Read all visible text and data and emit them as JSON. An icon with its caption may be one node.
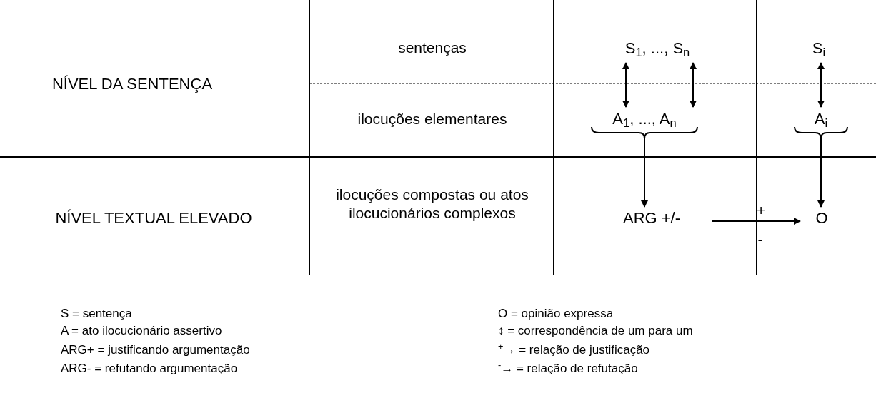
{
  "diagram": {
    "nodes": [
      {
        "text": [
          "S$_{1}$, ..., S$_{n}$"
        ]
      },
      {
        "text": [
          "S$_{i}$"
        ]
      },
      {
        "text": [
          "A$_{1}$, ..., A$_{n}$"
        ]
      },
      {
        "text": [
          "A$_{i}$"
        ]
      },
      {
        "text": [
          "ARG +/-"
        ]
      },
      {
        "text": [
          "O"
        ]
      }
    ],
    "edges": [
      {
        "from": 0,
        "to": 2,
        "arrow": "both"
      },
      {
        "from": 0,
        "to": 2,
        "arrow": "both"
      },
      {
        "from": 1,
        "to": 3,
        "arrow": "both"
      },
      {
        "from": 2,
        "to": 4,
        "arrow": "to"
      },
      {
        "from": 3,
        "to": 5,
        "arrow": "to"
      },
      {
        "from": 4,
        "to": 5,
        "arrow": "to",
        "label": "+"
      }
    ],
    "labels": [
      "sentenças",
      "NÍVEL DA SENTENÇA",
      "ilocuções elementares",
      "NÍVEL TEXTUAL ELEVADO",
      "ilocuções compostas ou atos ilocucionários complexos",
      "-",
      "S = sentença",
      "O = opinião expressa",
      "A = ato ilocucionário assertivo",
      "↕ = correspondência de um para um",
      "ARG+ = justificando argumentação",
      "$^{+}$→ = relação de justificação",
      "ARG- = refutando argumentação",
      "$^{-}$→ = relação de refutação"
    ]
  }
}
